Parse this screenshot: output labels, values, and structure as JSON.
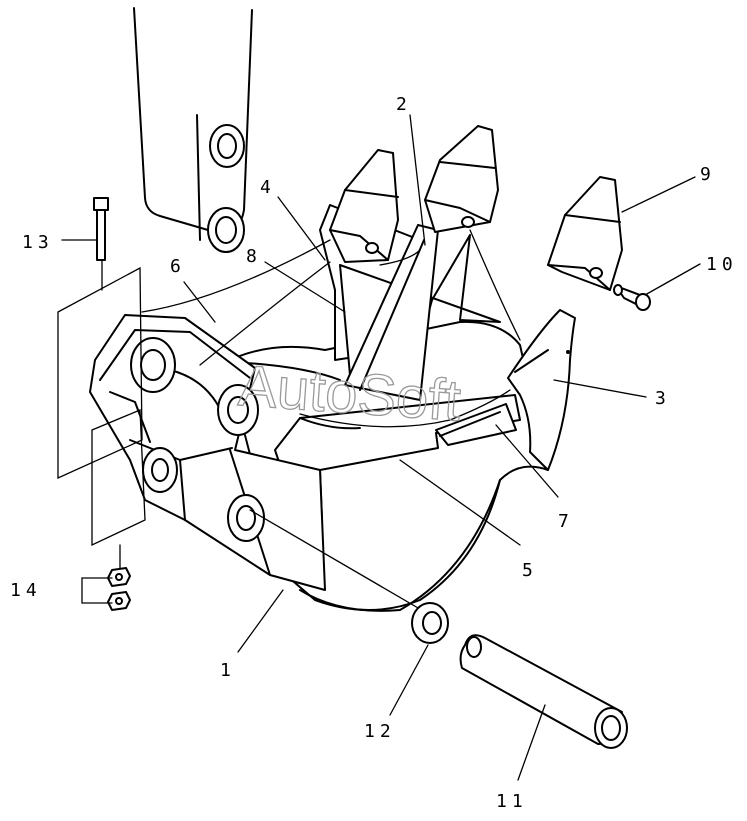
{
  "watermark": "AutoSoft",
  "labels": {
    "p1": "1",
    "p2": "2",
    "p3": "3",
    "p4": "4",
    "p5": "5",
    "p6": "6",
    "p7": "7",
    "p8": "8",
    "p9": "9",
    "p10": "10",
    "p11": "11",
    "p12": "12",
    "p13": "13",
    "p14": "14"
  }
}
